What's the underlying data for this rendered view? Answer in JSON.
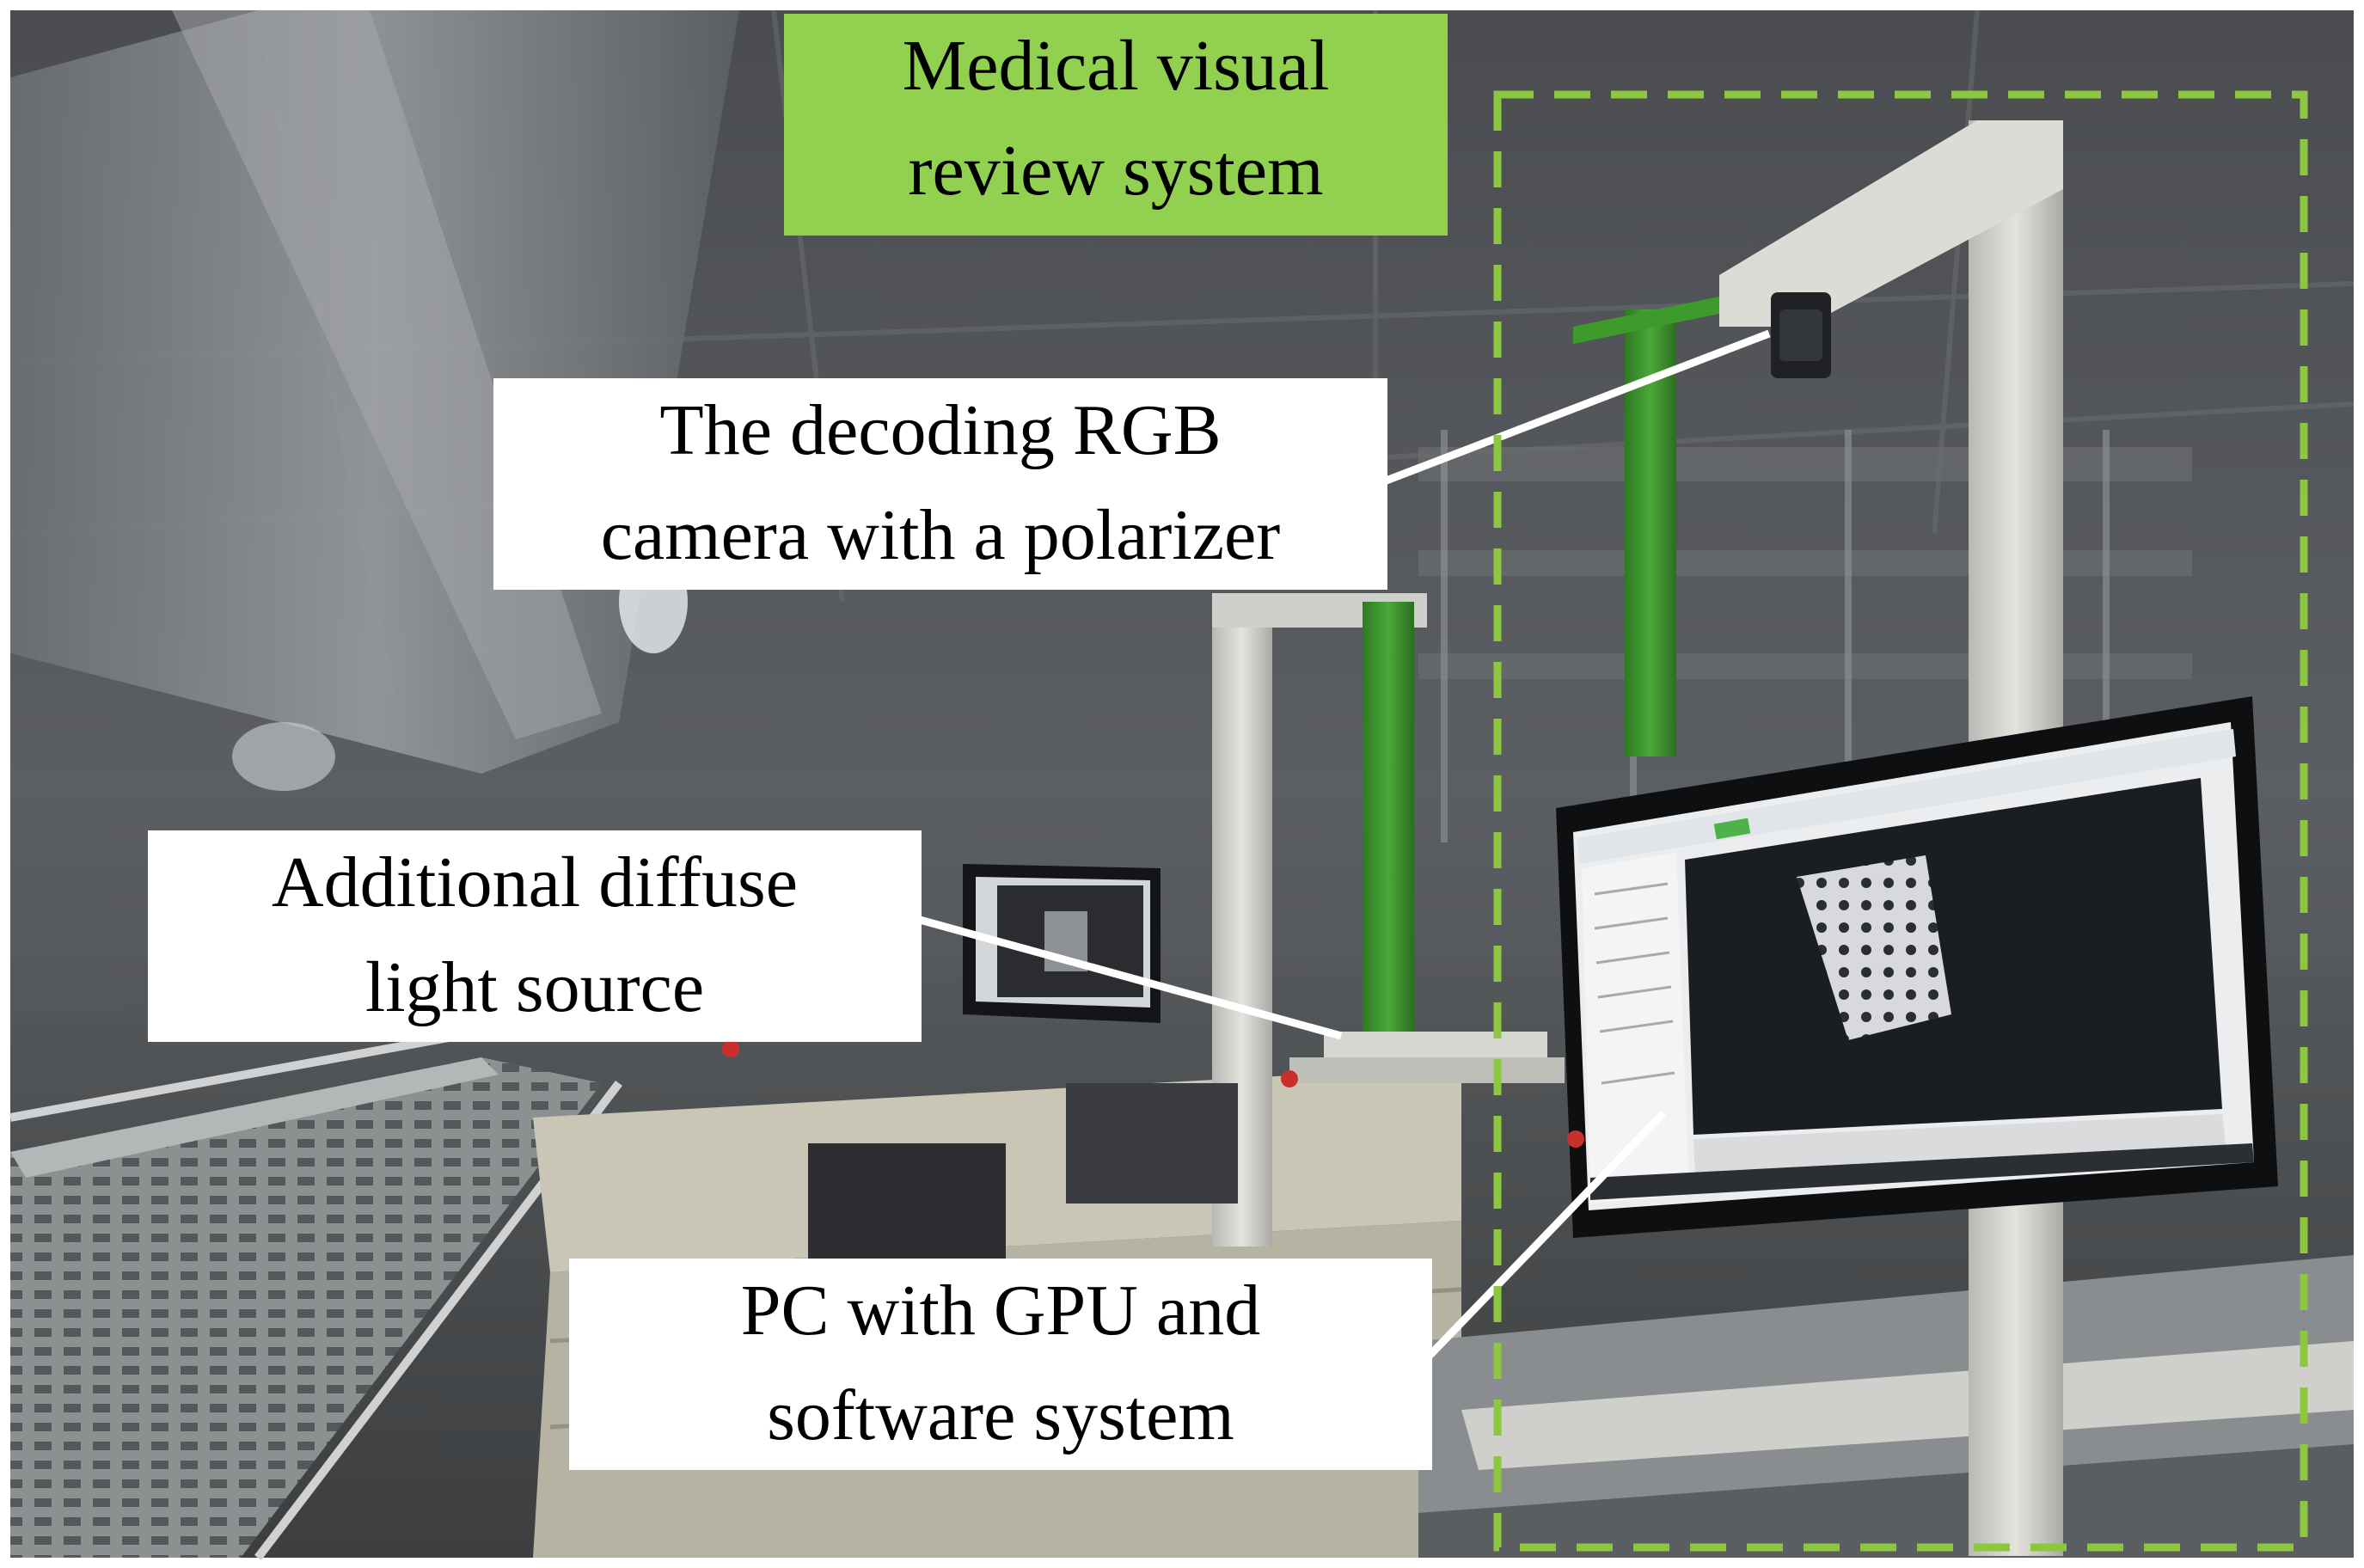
{
  "title": {
    "line1": "Medical visual",
    "line2": "review system"
  },
  "callouts": {
    "camera": {
      "line1": "The decoding RGB",
      "line2": "camera with a polarizer"
    },
    "light": {
      "line1": "Additional diffuse",
      "line2": "light source"
    },
    "pc": {
      "line1": "PC with GPU and",
      "line2": "software system"
    }
  },
  "colors": {
    "highlight_green": "#92d050",
    "dashed_border": "#8dc63f",
    "arch_green": "#3f9a2c",
    "monitor_screen": "#1a1d22"
  }
}
